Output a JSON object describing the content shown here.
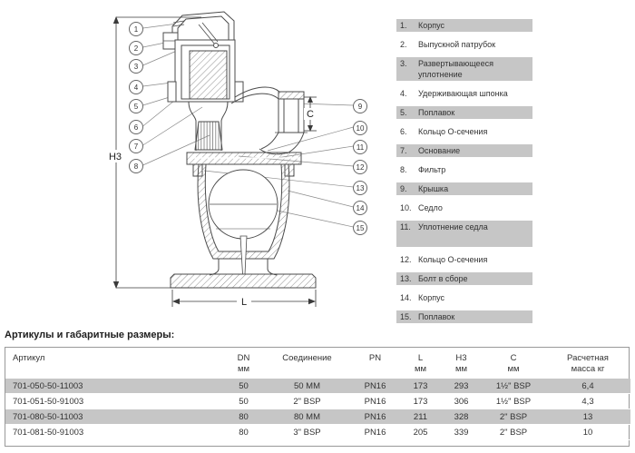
{
  "diagram": {
    "dimension_labels": {
      "h3": "H3",
      "c": "C",
      "l": "L"
    },
    "callouts_left": [
      "1",
      "2",
      "3",
      "4",
      "5",
      "6",
      "7",
      "8"
    ],
    "callouts_right": [
      "9",
      "10",
      "11",
      "12",
      "13",
      "14",
      "15"
    ]
  },
  "parts_list": {
    "items": [
      {
        "num": "1.",
        "label": "Корпус"
      },
      {
        "num": "2.",
        "label": "Выпускной патрубок"
      },
      {
        "num": "3.",
        "label": "Развертывающееся уплотнение"
      },
      {
        "num": "4.",
        "label": "Удерживающая шпонка"
      },
      {
        "num": "5.",
        "label": "Поплавок"
      },
      {
        "num": "6.",
        "label": "Кольцо О-сечения"
      },
      {
        "num": "7.",
        "label": "Основание"
      },
      {
        "num": "8.",
        "label": "Фильтр"
      },
      {
        "num": "9.",
        "label": "Крышка"
      },
      {
        "num": "10.",
        "label": "Седло"
      },
      {
        "num": "11.",
        "label": "Уплотнение седла"
      },
      {
        "num": "12.",
        "label": "Кольцо О-сечения"
      },
      {
        "num": "13.",
        "label": "Болт в сборе"
      },
      {
        "num": "14.",
        "label": "Корпус"
      },
      {
        "num": "15.",
        "label": "Поплавок"
      }
    ]
  },
  "articles": {
    "title": "Артикулы и габаритные размеры:",
    "table": {
      "headers": [
        {
          "name": "Артикул",
          "unit": ""
        },
        {
          "name": "DN",
          "unit": "мм"
        },
        {
          "name": "Соединение",
          "unit": ""
        },
        {
          "name": "PN",
          "unit": ""
        },
        {
          "name": "L",
          "unit": "мм"
        },
        {
          "name": "H3",
          "unit": "мм"
        },
        {
          "name": "C",
          "unit": "мм"
        },
        {
          "name": "Расчетная",
          "unit": "масса кг"
        }
      ],
      "rows": [
        [
          "701-050-50-11003",
          "50",
          "50 MM",
          "PN16",
          "173",
          "293",
          "1½\" BSP",
          "6,4"
        ],
        [
          "701-051-50-91003",
          "50",
          "2\" BSP",
          "PN16",
          "173",
          "306",
          "1½\" BSP",
          "4,3"
        ],
        [
          "701-080-50-11003",
          "80",
          "80 MM",
          "PN16",
          "211",
          "328",
          "2\" BSP",
          "13"
        ],
        [
          "701-081-50-91003",
          "80",
          "3\" BSP",
          "PN16",
          "205",
          "339",
          "2\" BSP",
          "10"
        ]
      ]
    }
  },
  "colors": {
    "highlight": "#c6c6c6",
    "table_border": "#999999",
    "drawing_line": "#4b4b4b",
    "leader_line": "#8a8a8a"
  }
}
